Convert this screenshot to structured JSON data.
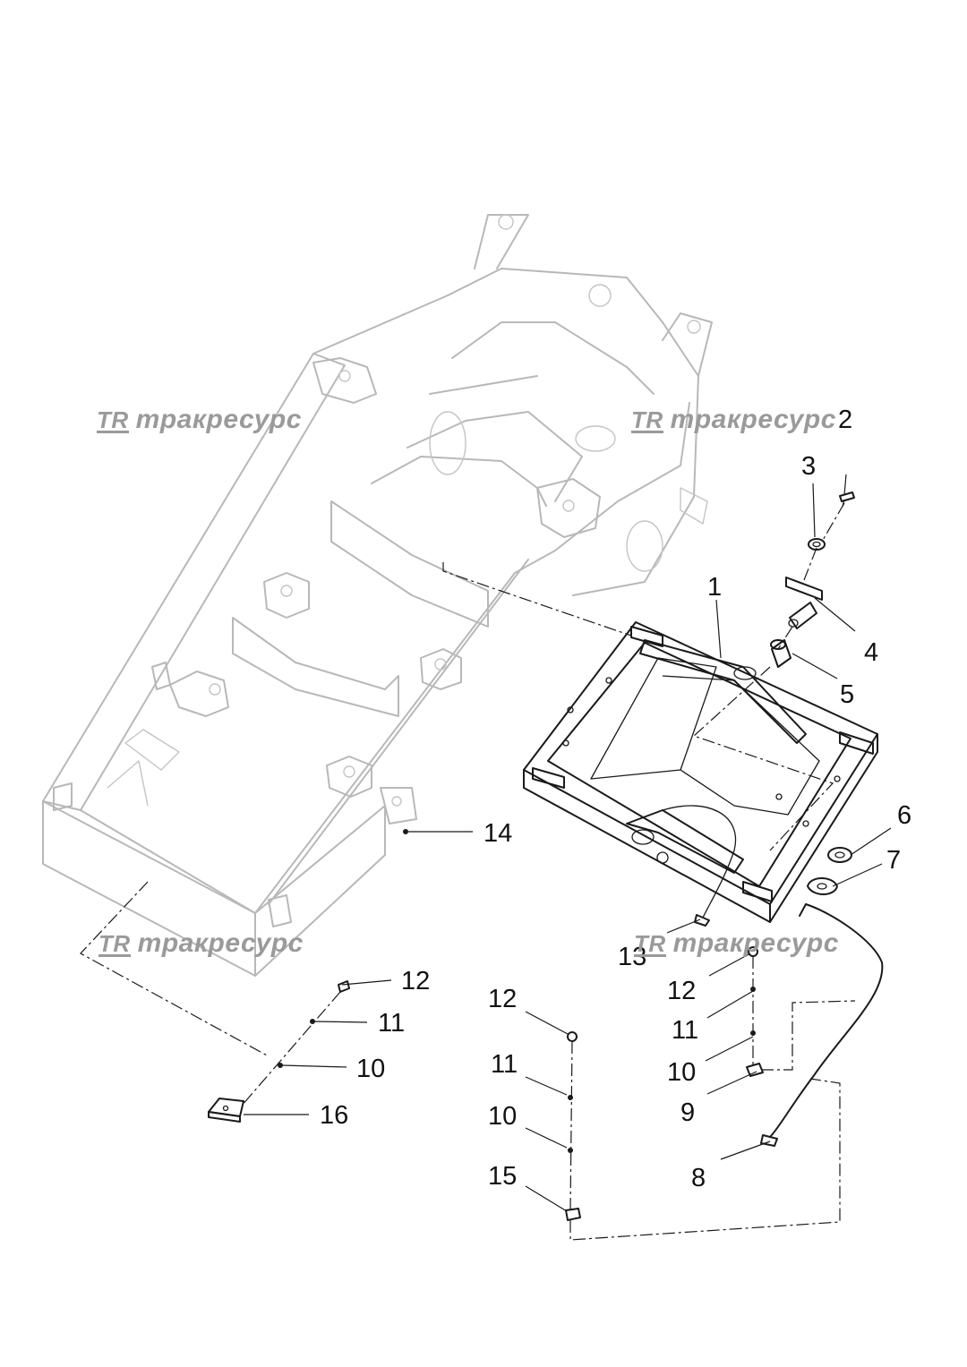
{
  "watermarks": [
    {
      "logo": "TR",
      "text": "тракресурс"
    },
    {
      "logo": "TR",
      "text": "тракресурс"
    },
    {
      "logo": "TR",
      "text": "тракресурс"
    },
    {
      "logo": "TR",
      "text": "тракресурс"
    }
  ],
  "callouts": {
    "c1": "1",
    "c2": "2",
    "c3": "3",
    "c4": "4",
    "c5": "5",
    "c6": "6",
    "c7": "7",
    "c8": "8",
    "c9": "9",
    "c10a": "10",
    "c10b": "10",
    "c10c": "10",
    "c11a": "11",
    "c11b": "11",
    "c11c": "11",
    "c12a": "12",
    "c12b": "12",
    "c12c": "12",
    "c13": "13",
    "c14": "14",
    "c15": "15",
    "c16": "16"
  },
  "colors": {
    "frame": "#b8b8b8",
    "parts": "#1a1a1a",
    "watermark": "#9a9a9a"
  }
}
